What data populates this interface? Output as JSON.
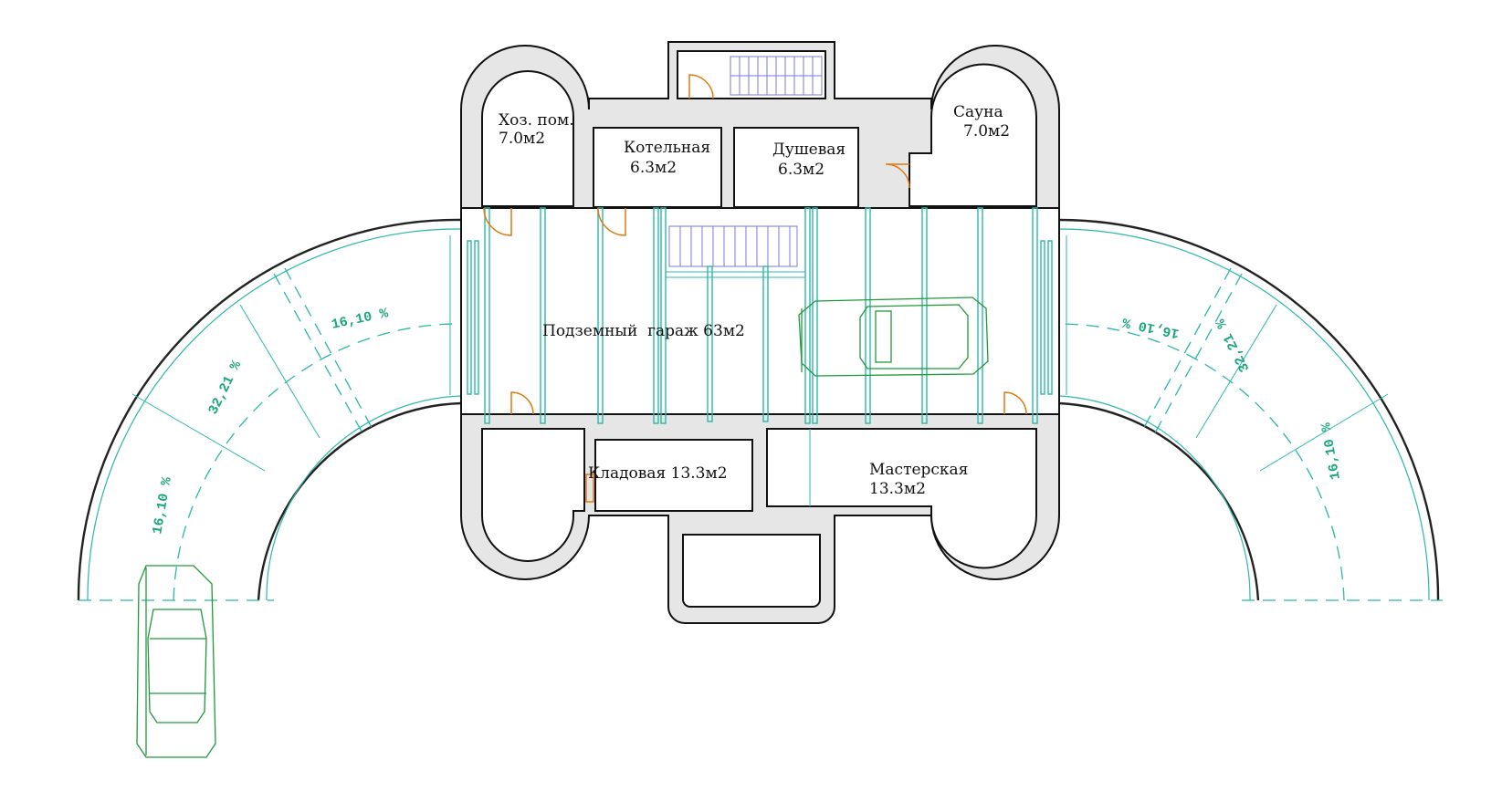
{
  "rooms": {
    "storage_room": {
      "name": "Хоз. пом.",
      "area": "7.0м2"
    },
    "boiler_room": {
      "name": "Котельная",
      "area": "6.3м2"
    },
    "shower_room": {
      "name": "Душевая",
      "area": "6.3м2"
    },
    "sauna": {
      "name": "Сауна",
      "area": "7.0м2"
    },
    "garage": {
      "label": "Подземный  гараж 63м2"
    },
    "pantry": {
      "label": "Кладовая 13.3м2"
    },
    "workshop": {
      "name": "Мастерская",
      "area": "13.3м2"
    }
  },
  "ramps": {
    "left": [
      "16,10 %",
      "32,21 %",
      "16,10 %"
    ],
    "right": [
      "16,10 %",
      "32,21 %",
      "16,10 %"
    ]
  },
  "colors": {
    "wall_fill": "#e6e6e6",
    "outline": "#111111",
    "structure_teal": "#2bb8a8",
    "car_green": "#1f9a3a",
    "stair_blue": "#7a7ae0",
    "door_orange": "#e07a10",
    "slope_label": "#1aa67e"
  }
}
